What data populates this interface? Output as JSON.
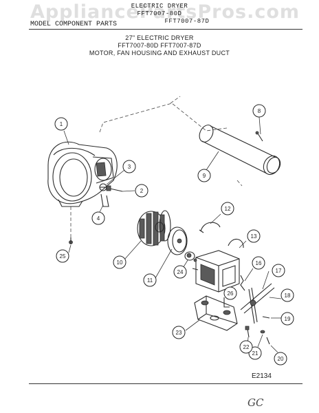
{
  "header": {
    "line1": "ELECTRIC DRYER",
    "line2": "FFT7007-80D",
    "line3": "FFT7007-87D",
    "model_label": "MODEL COMPONENT PARTS"
  },
  "watermark": "AppliancePartsPros.com",
  "title": {
    "line1": "27\" ELECTRIC DRYER",
    "line2": "FFT7007-80D   FFT7007-87D",
    "line3": "MOTOR, FAN HOUSING AND EXHAUST DUCT"
  },
  "callouts": [
    "1",
    "2",
    "3",
    "4",
    "8",
    "9",
    "10",
    "11",
    "12",
    "13",
    "16",
    "17",
    "18",
    "19",
    "20",
    "21",
    "22",
    "23",
    "24",
    "25",
    "26"
  ],
  "diagram_code": "E2134",
  "handwritten_note": "GC",
  "colors": {
    "line": "#2a2a2a",
    "shade": "#5a5a5a",
    "background": "#ffffff"
  }
}
